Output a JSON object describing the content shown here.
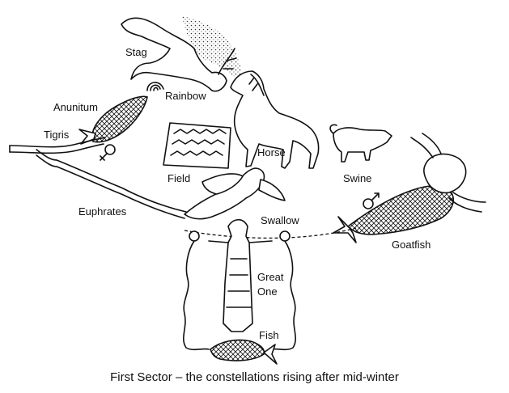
{
  "labels": {
    "stag": "Stag",
    "rainbow": "Rainbow",
    "anunitum": "Anunitum",
    "tigris": "Tigris",
    "field": "Field",
    "horse": "Horse",
    "swine": "Swine",
    "euphrates": "Euphrates",
    "swallow": "Swallow",
    "goatfish": "Goatfish",
    "great": "Great",
    "one": "One",
    "fish": "Fish"
  },
  "caption": "First Sector – the constellations rising after mid-winter"
}
